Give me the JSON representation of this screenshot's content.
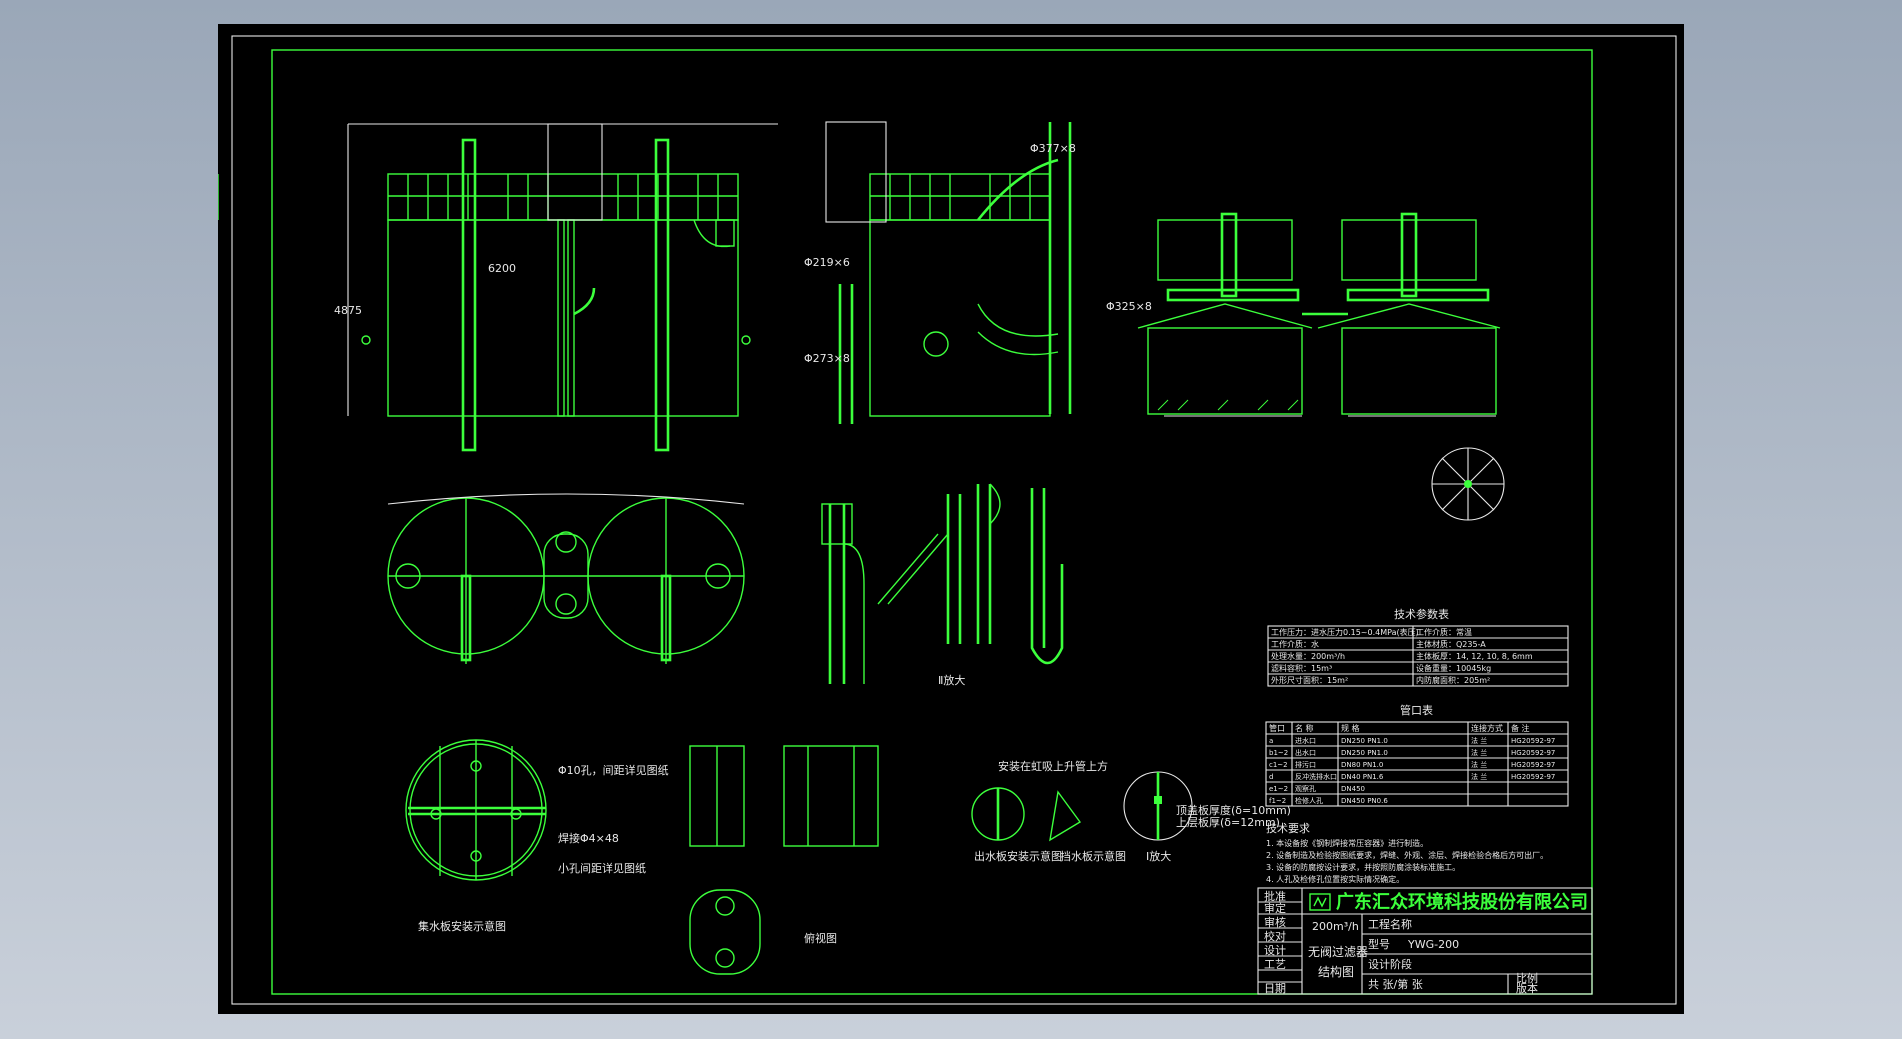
{
  "title_block": {
    "company_name": "广东汇众环境科技股份有限公司",
    "role_labels": [
      "批准",
      "审定",
      "审核",
      "校对",
      "设计",
      "工艺",
      "日期"
    ],
    "capacity": "200m³/h",
    "equipment_name": "无阀过滤器",
    "drawing_title": "结构图",
    "project_name_label": "工程名称",
    "model_label": "型号",
    "model_value": "YWG-200",
    "design_stage": "设计阶段",
    "scale_label": "比例",
    "sheet_label": "共 张/第 张",
    "version_label": "版本"
  },
  "tech_params": {
    "title": "技术参数表",
    "rows": [
      [
        "工作压力：进水压力0.15~0.4MPa(表压)",
        "工作介质：常温"
      ],
      [
        "工作介质：水",
        "主体材质：Q235-A"
      ],
      [
        "处理水量：200m³/h",
        "主体板厚：14, 12, 10, 8, 6mm"
      ],
      [
        "滤料容积：15m³",
        "设备重量：10045kg"
      ],
      [
        "外形尺寸面积：15m²",
        "内防腐面积：205m²"
      ]
    ]
  },
  "nozzle_table": {
    "title": "管口表",
    "headers": [
      "管口",
      "名 称",
      "规 格",
      "连接方式",
      "备 注"
    ],
    "rows": [
      [
        "a",
        "进水口",
        "DN250 PN1.0",
        "法 兰",
        "HG20592-97"
      ],
      [
        "b1~2",
        "出水口",
        "DN250 PN1.0",
        "法 兰",
        "HG20592-97"
      ],
      [
        "c1~2",
        "排污口",
        "DN80 PN1.0",
        "法 兰",
        "HG20592-97"
      ],
      [
        "d",
        "反冲洗排水口",
        "DN40 PN1.6",
        "法 兰",
        "HG20592-97"
      ],
      [
        "e1~2",
        "观察孔",
        "DN450",
        "",
        ""
      ],
      [
        "f1~2",
        "检修人孔",
        "DN450 PN0.6",
        "",
        ""
      ]
    ]
  },
  "tech_notes": {
    "title": "技术要求",
    "items": [
      "1. 本设备按《钢制焊接常压容器》进行制造。",
      "2. 设备制造及检验按图纸要求，焊缝、外观、涂层、焊接检验合格后方可出厂。",
      "3. 设备的防腐按设计要求，并按照防腐涂装标准施工。",
      "4. 人孔及检修孔位置按实际情况确定。"
    ]
  },
  "labels": {
    "dist_plate": "集水板安装示意图",
    "outlet_detail": "出水板安装示意图",
    "weir_detail": "挡水板示意图",
    "view_a": "Ⅰ放大",
    "view_b": "Ⅱ放大",
    "detail_c": "俯视图",
    "plate_note1": "Φ10孔，间距详见图纸",
    "plate_note2": "焊接Φ4×48",
    "plate_note3": "小孔间距详见图纸",
    "siphon_note": "安装在虹吸上升管上方",
    "cap_note1": "顶盖板厚度(δ=10mm)",
    "cap_note2": "上层板厚(δ=12mm)",
    "dim_total_width": "6200",
    "dim_pipe1": "Φ377×8",
    "dim_pipe2": "Φ273×8",
    "dim_pipe3": "Φ325×8",
    "dim_pipe4": "Φ219×6",
    "dim_height": "4875"
  }
}
